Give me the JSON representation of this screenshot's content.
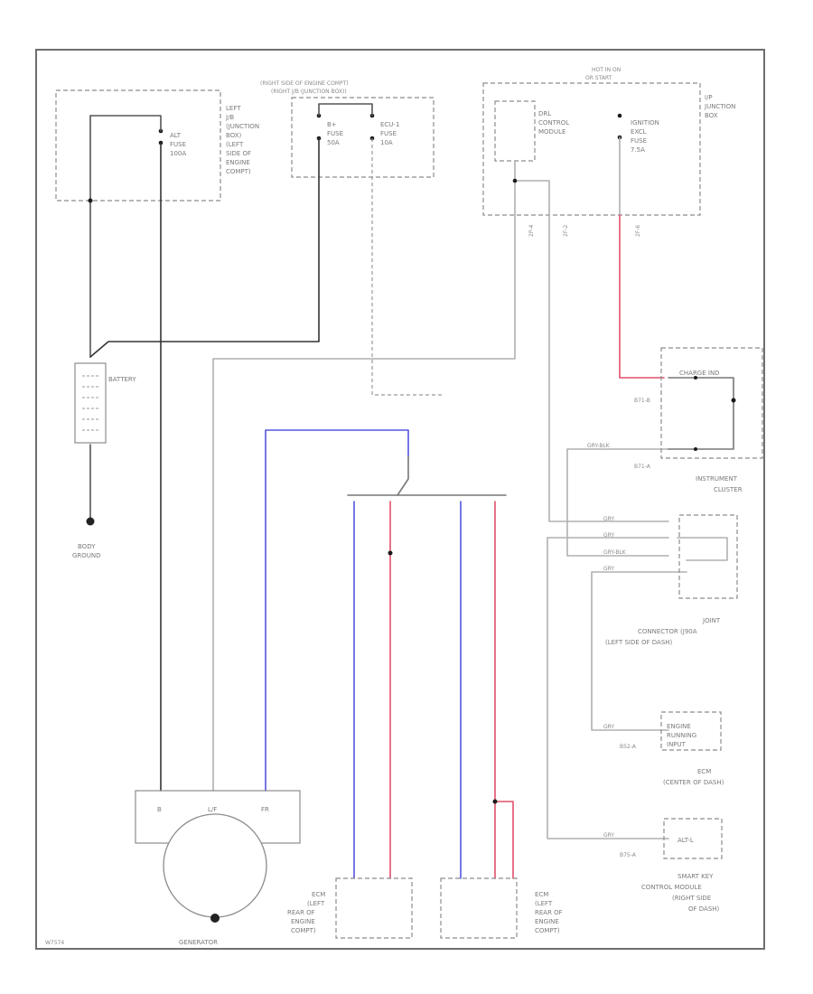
{
  "colors": {
    "black_wire": "#333333",
    "gray_wire": "#9c9c9c",
    "red_wire": "#e0506a",
    "blue_wire": "#5555e0",
    "frame": "#6e6e6e",
    "label": "#7a7a7a"
  },
  "fuse_box_left": {
    "lines": [
      "LEFT",
      "J/B",
      "(JUNCTION",
      "BOX)",
      "(LEFT",
      "SIDE OF",
      "ENGINE",
      "COMPT)"
    ],
    "fuse_lines": [
      "ALT",
      "FUSE",
      "100A"
    ]
  },
  "fuse_box_right_side": {
    "title": [
      "(RIGHT SIDE OF ENGINE COMPT)",
      "(RIGHT J/B (JUNCTION BOX))"
    ],
    "fuse1_lines": [
      "B+",
      "FUSE",
      "50A"
    ],
    "fuse2_lines": [
      "ECU-1",
      "FUSE",
      "10A"
    ]
  },
  "hot_run_box": {
    "title": [
      "HOT IN ON",
      "OR START"
    ],
    "ij_lines": [
      "I/P",
      "JUNCTION",
      "BOX"
    ],
    "drl_lines": [
      "DRL",
      "CONTROL",
      "MODULE"
    ],
    "ignition_fuse_lines": [
      "IGNITION",
      "EXCL",
      "FUSE",
      "7.5A"
    ],
    "pins": [
      "2P-4",
      "2F-2",
      "2F-6"
    ]
  },
  "battery": {
    "label": "BATTERY",
    "ground_lines": [
      "BODY",
      "GROUND"
    ]
  },
  "instrument_cluster": {
    "label_lines": [
      "INSTRUMENT",
      "CLUSTER"
    ],
    "charge_ind_label": "CHARGE IND",
    "pins": [
      "B71-B",
      "B71-A"
    ],
    "wire_tag": "GRY-BLK"
  },
  "joint_connector": {
    "label_lines": [
      "JOINT",
      "CONNECTOR (J90A",
      "(LEFT SIDE OF DASH)"
    ],
    "wire_tags": [
      "GRY",
      "GRY",
      "GRY-BLK",
      "GRY"
    ]
  },
  "ecm_box": {
    "label_lines": [
      "ECM",
      "(CENTER OF DASH)"
    ],
    "inner_lines": [
      "ENGINE",
      "RUNNING",
      "INPUT"
    ],
    "pin": "B52-A",
    "wire_tag": "GRY"
  },
  "smart_key_box": {
    "label_lines": [
      "SMART KEY",
      "CONTROL MODULE",
      "(RIGHT SIDE",
      "OF DASH)"
    ],
    "inner_label": "ALT-L",
    "pin": "B75-A",
    "wire_tag": "GRY"
  },
  "generator": {
    "label": "GENERATOR",
    "terminals": [
      "B",
      "L/F",
      "FR"
    ]
  },
  "ecm_left_a": {
    "label_lines": [
      "ECM",
      "(LEFT",
      "REAR OF",
      "ENGINE",
      "COMPT)"
    ]
  },
  "ecm_left_b": {
    "label_lines": [
      "ECM",
      "(LEFT",
      "REAR OF",
      "ENGINE",
      "COMPT)"
    ]
  },
  "footer": {
    "code": "W7574"
  }
}
